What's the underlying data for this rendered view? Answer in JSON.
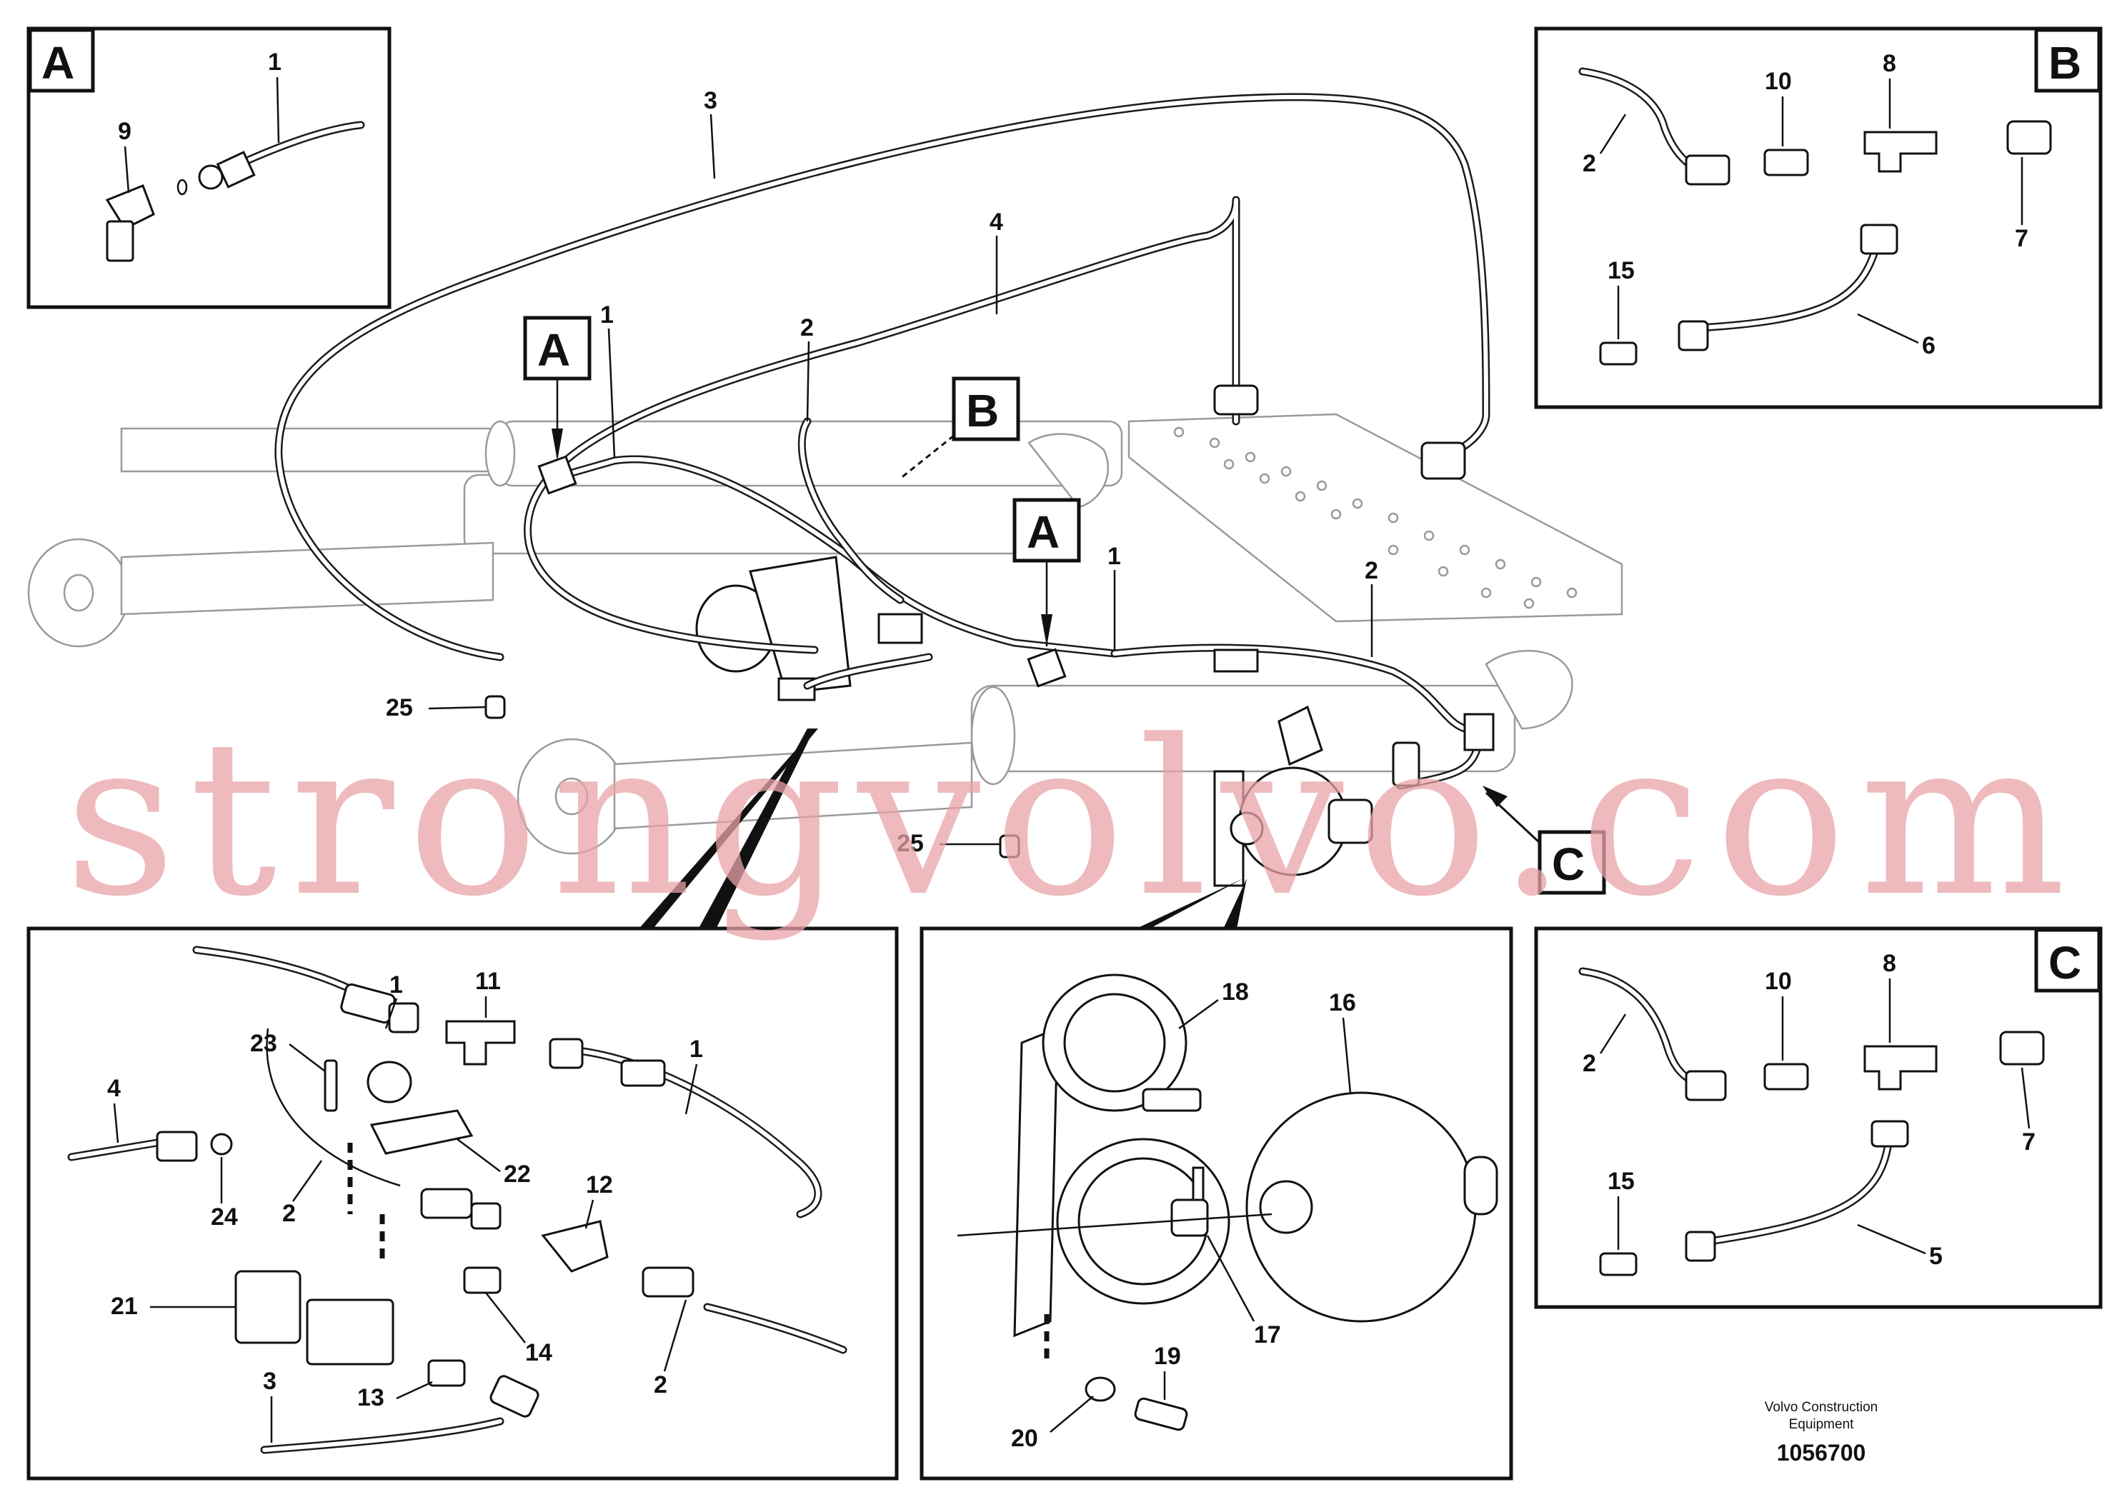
{
  "main": {
    "callouts": {
      "c1a": "1",
      "c1b": "1",
      "c2a": "2",
      "c2b": "2",
      "c3": "3",
      "c4": "4",
      "c25a": "25",
      "c25b": "25"
    },
    "labels": {
      "a1": "A",
      "a2": "A",
      "b": "B",
      "c": "C"
    }
  },
  "detail_a": {
    "label": "A",
    "callouts": {
      "c1": "1",
      "c9": "9"
    }
  },
  "detail_b": {
    "label": "B",
    "callouts": {
      "c2": "2",
      "c10": "10",
      "c8": "8",
      "c7": "7",
      "c15": "15",
      "c6": "6"
    }
  },
  "detail_c": {
    "label": "C",
    "callouts": {
      "c2": "2",
      "c10": "10",
      "c8": "8",
      "c7": "7",
      "c15": "15",
      "c5": "5"
    }
  },
  "detail_valve": {
    "callouts": {
      "c1a": "1",
      "c1b": "1",
      "c11": "11",
      "c23": "23",
      "c4": "4",
      "c24": "24",
      "c2a": "2",
      "c2b": "2",
      "c22": "22",
      "c12": "12",
      "c21": "21",
      "c14": "14",
      "c13": "13",
      "c3": "3"
    }
  },
  "detail_accumulator": {
    "callouts": {
      "c18": "18",
      "c16": "16",
      "c17": "17",
      "c19": "19",
      "c20": "20"
    }
  },
  "credit": {
    "line1": "Volvo Construction",
    "line2": "Equipment",
    "drawing_number": "1056700"
  },
  "watermark": "strongvolvo.com"
}
